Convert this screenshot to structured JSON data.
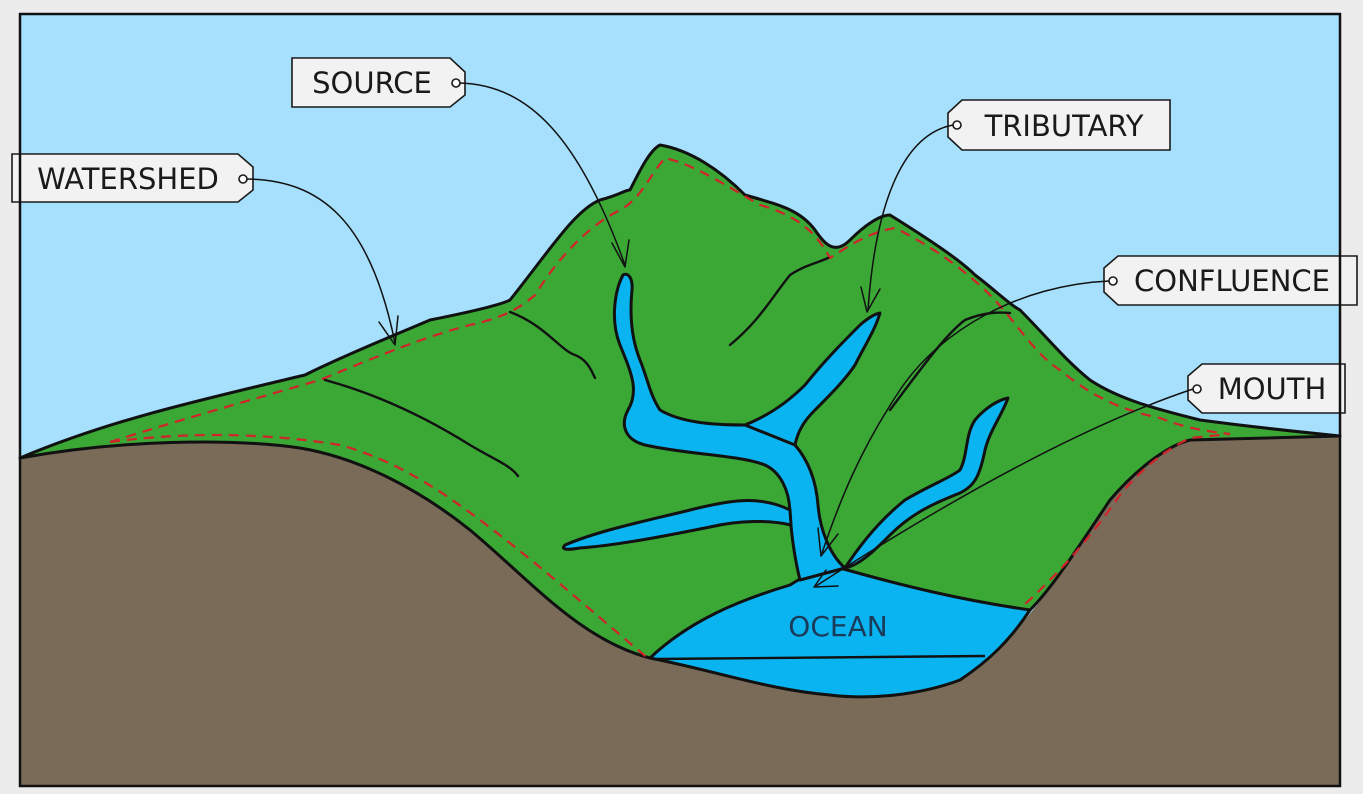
{
  "labels": {
    "source": "SOURCE",
    "watershed": "WATERSHED",
    "tributary": "TRIBUTARY",
    "confluence": "CONFLUENCE",
    "mouth": "MOUTH",
    "ocean": "OCEAN"
  },
  "colors": {
    "sky": "#a6e0fc",
    "ground": "#7a6a58",
    "hill": "#3ba836",
    "water": "#0ab4f0",
    "watershed_line": "#d2232a",
    "tag_fill": "#f2f2f2",
    "outline": "#111111"
  }
}
